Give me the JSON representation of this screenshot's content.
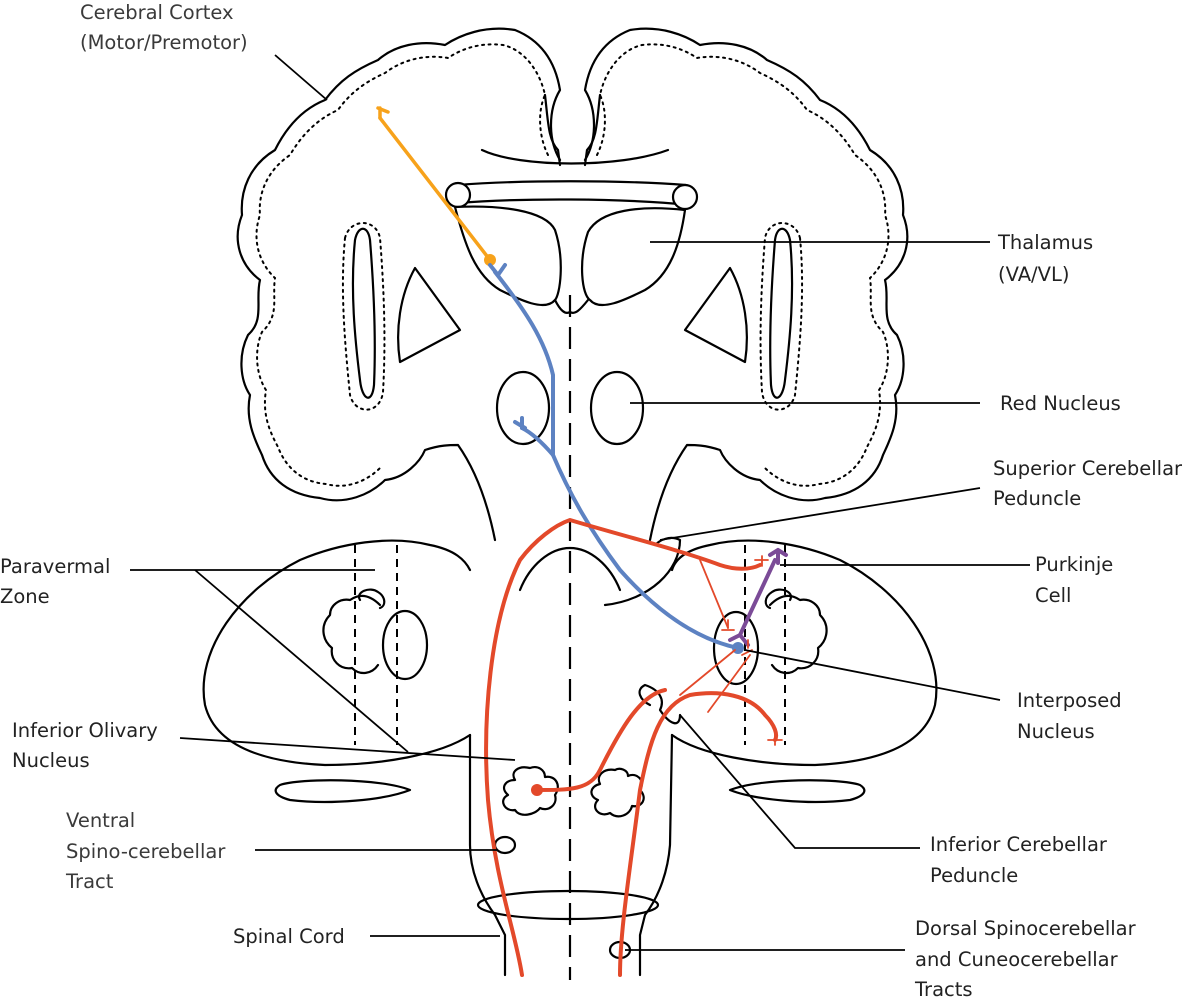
{
  "colors": {
    "orange": "#f7a21b",
    "blue": "#5d82c2",
    "red": "#e3492a",
    "purple": "#7b4b97"
  },
  "labels": {
    "cerebral_cortex": [
      "Cerebral Cortex",
      "(Motor/Premotor)"
    ],
    "thalamus": [
      "Thalamus",
      "(VA/VL)"
    ],
    "red_nucleus": [
      "Red Nucleus"
    ],
    "superior_peduncle": [
      "Superior Cerebellar",
      "Peduncle"
    ],
    "purkinje_cell": [
      "Purkinje",
      "Cell"
    ],
    "interposed_nucleus": [
      "Interposed",
      "Nucleus"
    ],
    "inferior_peduncle": [
      "Inferior Cerebellar",
      "Peduncle"
    ],
    "dorsal_tracts": [
      "Dorsal Spinocerebellar",
      "and Cuneocerebellar",
      "Tracts"
    ],
    "spinal_cord": [
      "Spinal Cord"
    ],
    "ventral_tract": [
      "Ventral",
      "Spino-cerebellar",
      "Tract"
    ],
    "inferior_olivary": [
      "Inferior Olivary",
      "Nucleus"
    ],
    "paravermal_zone": [
      "Paravermal",
      "Zone"
    ]
  }
}
